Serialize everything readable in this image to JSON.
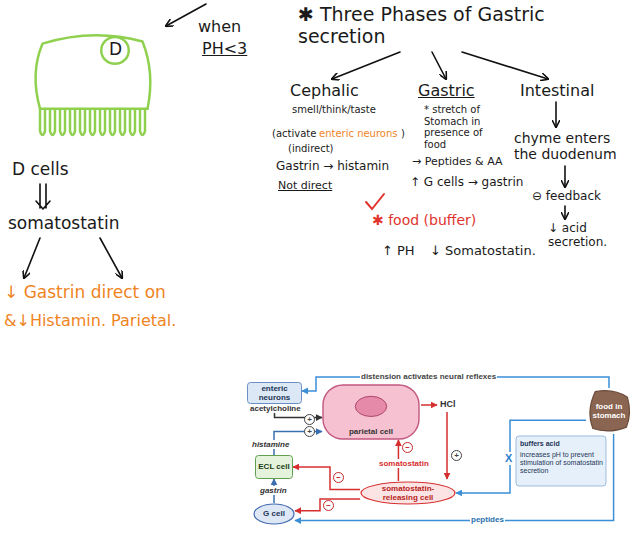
{
  "diagram": {
    "title": "✱ Three Phases of Gastric secretion",
    "nodes": [
      {
        "text": [
          "D"
        ]
      },
      {
        "text": [
          "enteric neurons"
        ]
      },
      {
        "text": [
          "parietal cell"
        ]
      },
      {
        "text": [
          "ECL cell"
        ]
      },
      {
        "text": [
          "G cell"
        ]
      },
      {
        "text": [
          "somatostatin-releasing cell"
        ]
      },
      {
        "text": [
          "food in stomach"
        ]
      }
    ],
    "edges": [
      {
        "from": 1,
        "to": 2,
        "arrow": "to",
        "label": "acetylcholine"
      },
      {
        "from": 4,
        "to": 3,
        "arrow": "to",
        "label": "gastrin"
      },
      {
        "from": 3,
        "to": 2,
        "arrow": "to",
        "label": "histamine"
      },
      {
        "from": 5,
        "to": 2,
        "arrow": "to",
        "label": "somatostatin"
      },
      {
        "from": 5,
        "to": 3,
        "arrow": "to"
      },
      {
        "from": 5,
        "to": 4,
        "arrow": "to"
      },
      {
        "from": 6,
        "to": 4,
        "arrow": "to",
        "label": "peptides"
      },
      {
        "from": 6,
        "to": 1,
        "arrow": "to",
        "label": "distension activates neural reflexes"
      },
      {
        "from": 6,
        "to": 5,
        "arrow": "to"
      }
    ],
    "labels": [
      "when",
      "PH<3",
      "D cells",
      "somatostatin",
      "↓ Gastrin direct on",
      "&↓Histamin. Parietal.",
      "Cephalic",
      "smell/think/taste",
      "(activate",
      "enteric neurons",
      ")",
      "(indirect)",
      "Gastrin → histamin",
      "Not direct",
      "Gastric",
      "* stretch of Stomach in presence of food",
      "→ Peptides & AA",
      "↑ G cells → gastrin",
      "✱ food (buffer)",
      "↑ PH",
      "↓ Somatostatin.",
      "Intestinal",
      "chyme enters the duodenum",
      "⊖ feedback",
      "↓ acid secretion.",
      "HCl",
      "X",
      "buffers acid",
      "increases pH to prevent stimulation of somatostatin secretion",
      "+",
      "+",
      "+",
      "−",
      "−",
      "−"
    ]
  }
}
